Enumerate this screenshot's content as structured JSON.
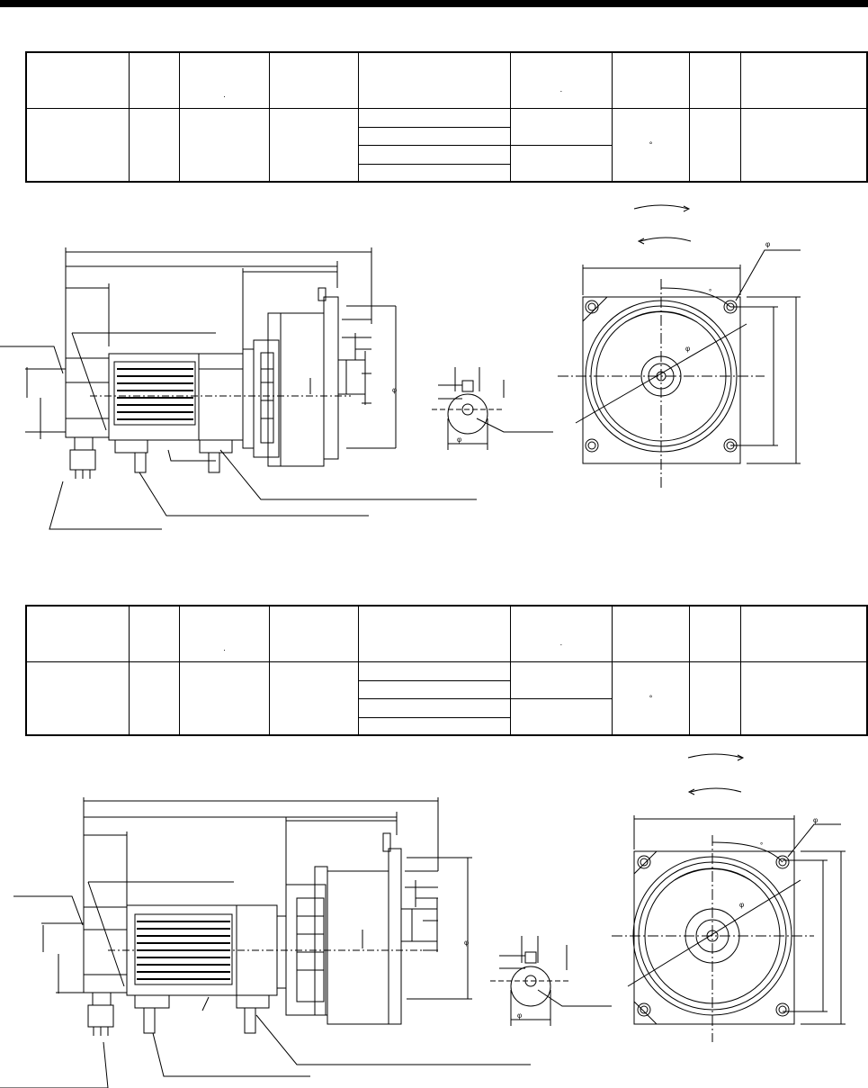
{
  "tables": [
    {
      "header": [
        "",
        "",
        ".",
        "",
        "",
        ".",
        "",
        "",
        ""
      ],
      "body_marks": [
        "°"
      ]
    },
    {
      "header": [
        "",
        "",
        ".",
        "",
        "",
        ".",
        "",
        "",
        ""
      ],
      "body_marks": [
        "°"
      ]
    }
  ],
  "drawings": [
    {
      "symbols": [
        "φ",
        "φ",
        "φ",
        "φ",
        "°"
      ]
    },
    {
      "symbols": [
        "φ",
        "φ",
        "φ",
        "φ",
        "°"
      ]
    }
  ]
}
